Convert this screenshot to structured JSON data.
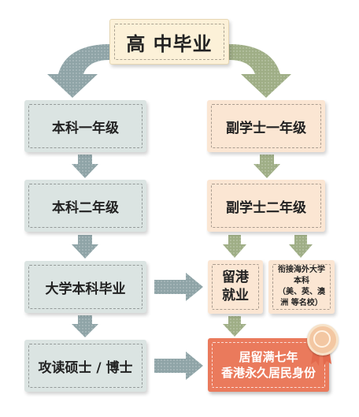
{
  "colors": {
    "gray_box": "#dbe4e2",
    "peach_box": "#fbe6d3",
    "top_box": "#fcf1d8",
    "residence_box": "#ea7a5c",
    "gray_arrow": "#8fa4a7",
    "green_arrow": "#9fae86"
  },
  "nodes": {
    "top": "高 中毕业",
    "bachelor_year1": "本科一年级",
    "bachelor_year2": "本科二年级",
    "bachelor_grad": "大学本科毕业",
    "postgrad": "攻读硕士 / 博士",
    "associate_year1": "副学士一年级",
    "associate_year2": "副学士二年级",
    "stay_employ": "留港\n就业",
    "bridge_overseas": "衔接海外大学\n本科\n（美、英、澳\n洲 等名校）",
    "residency": "居留满七年\n香港永久居民身份"
  },
  "icons": {
    "seal": "award-rosette-icon"
  }
}
